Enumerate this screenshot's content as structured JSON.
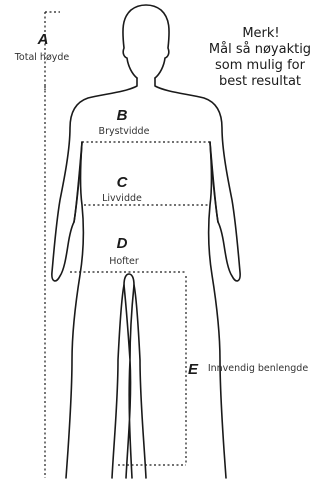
{
  "measurements": {
    "a": {
      "letter": "A",
      "label": "Total høyde"
    },
    "b": {
      "letter": "B",
      "label": "Brystvidde"
    },
    "c": {
      "letter": "C",
      "label": "Livvidde"
    },
    "d": {
      "letter": "D",
      "label": "Hofter"
    },
    "e": {
      "letter": "E",
      "label": "Innvendig benlengde"
    }
  },
  "note": {
    "title": "Merk!",
    "line1": "Mål så nøyaktig",
    "line2": "som mulig for",
    "line3": "best resultat"
  },
  "colors": {
    "line": "#1a1a1a",
    "label": "#333333",
    "background": "#ffffff"
  }
}
